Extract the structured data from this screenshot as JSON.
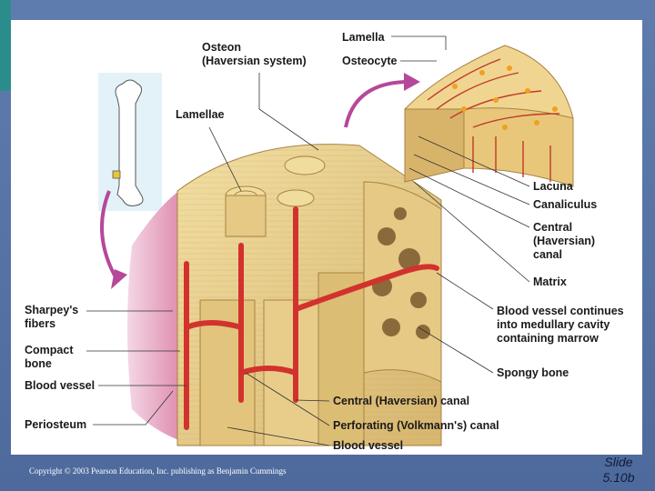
{
  "labels": {
    "osteon": "Osteon\n(Haversian system)",
    "lamella": "Lamella",
    "osteocyte": "Osteocyte",
    "lamellae": "Lamellae",
    "lacuna": "Lacuna",
    "canaliculus": "Canaliculus",
    "central_canal_right": "Central\n(Haversian)\ncanal",
    "matrix": "Matrix",
    "blood_vessel_continues": "Blood vessel continues\ninto medullary cavity\ncontaining marrow",
    "spongy_bone": "Spongy bone",
    "sharpeys_fibers": "Sharpey's\nfibers",
    "compact_bone": "Compact\nbone",
    "blood_vessel_left": "Blood vessel",
    "periosteum": "Periosteum",
    "central_canal_bottom": "Central (Haversian) canal",
    "perforating_canal": "Perforating (Volkmann's) canal",
    "blood_vessel_bottom": "Blood vessel"
  },
  "footer": {
    "copyright": "Copyright © 2003 Pearson Education, Inc. publishing as Benjamin Cummings",
    "slide_id": "Slide\n5.10b"
  },
  "colors": {
    "bone": "#e8cf8a",
    "bone_dark": "#c9a55a",
    "vessel": "#d2322d",
    "periosteum": "#e6a3c2",
    "arrow": "#b5489b",
    "bone_panel": "#e3f2f8"
  }
}
